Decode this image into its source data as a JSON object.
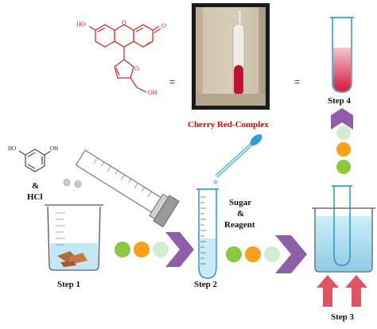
{
  "molecule_labels": {
    "ho_top": "HO",
    "o_ketone": "O",
    "o_xanthene": "O",
    "o_furan": "O",
    "oh_tail": "OH",
    "ho_resorcinol_1": "HO",
    "ho_resorcinol_2": "OH"
  },
  "equals_1": "=",
  "equals_2": "=",
  "complex_label": "Cherry Red-Complex",
  "hcl_label_line1": "&",
  "hcl_label_line2": "HCl",
  "reagent_label_line1": "Sugar",
  "reagent_label_line2": "&",
  "reagent_label_line3": "Reagent",
  "steps": {
    "step1": "Step 1",
    "step2": "Step 2",
    "step3": "Step 3",
    "step4": "Step 4"
  },
  "colors": {
    "red_complex": "#e00000",
    "dot_green": "#8dc63f",
    "dot_orange": "#f7a11a",
    "dot_pale": "#d4ecd0",
    "arrow_purple": "#8e5fa8",
    "arrow_red": "#e05566",
    "water_blue": "#b8e2f2",
    "solution_red": "#d82040"
  }
}
